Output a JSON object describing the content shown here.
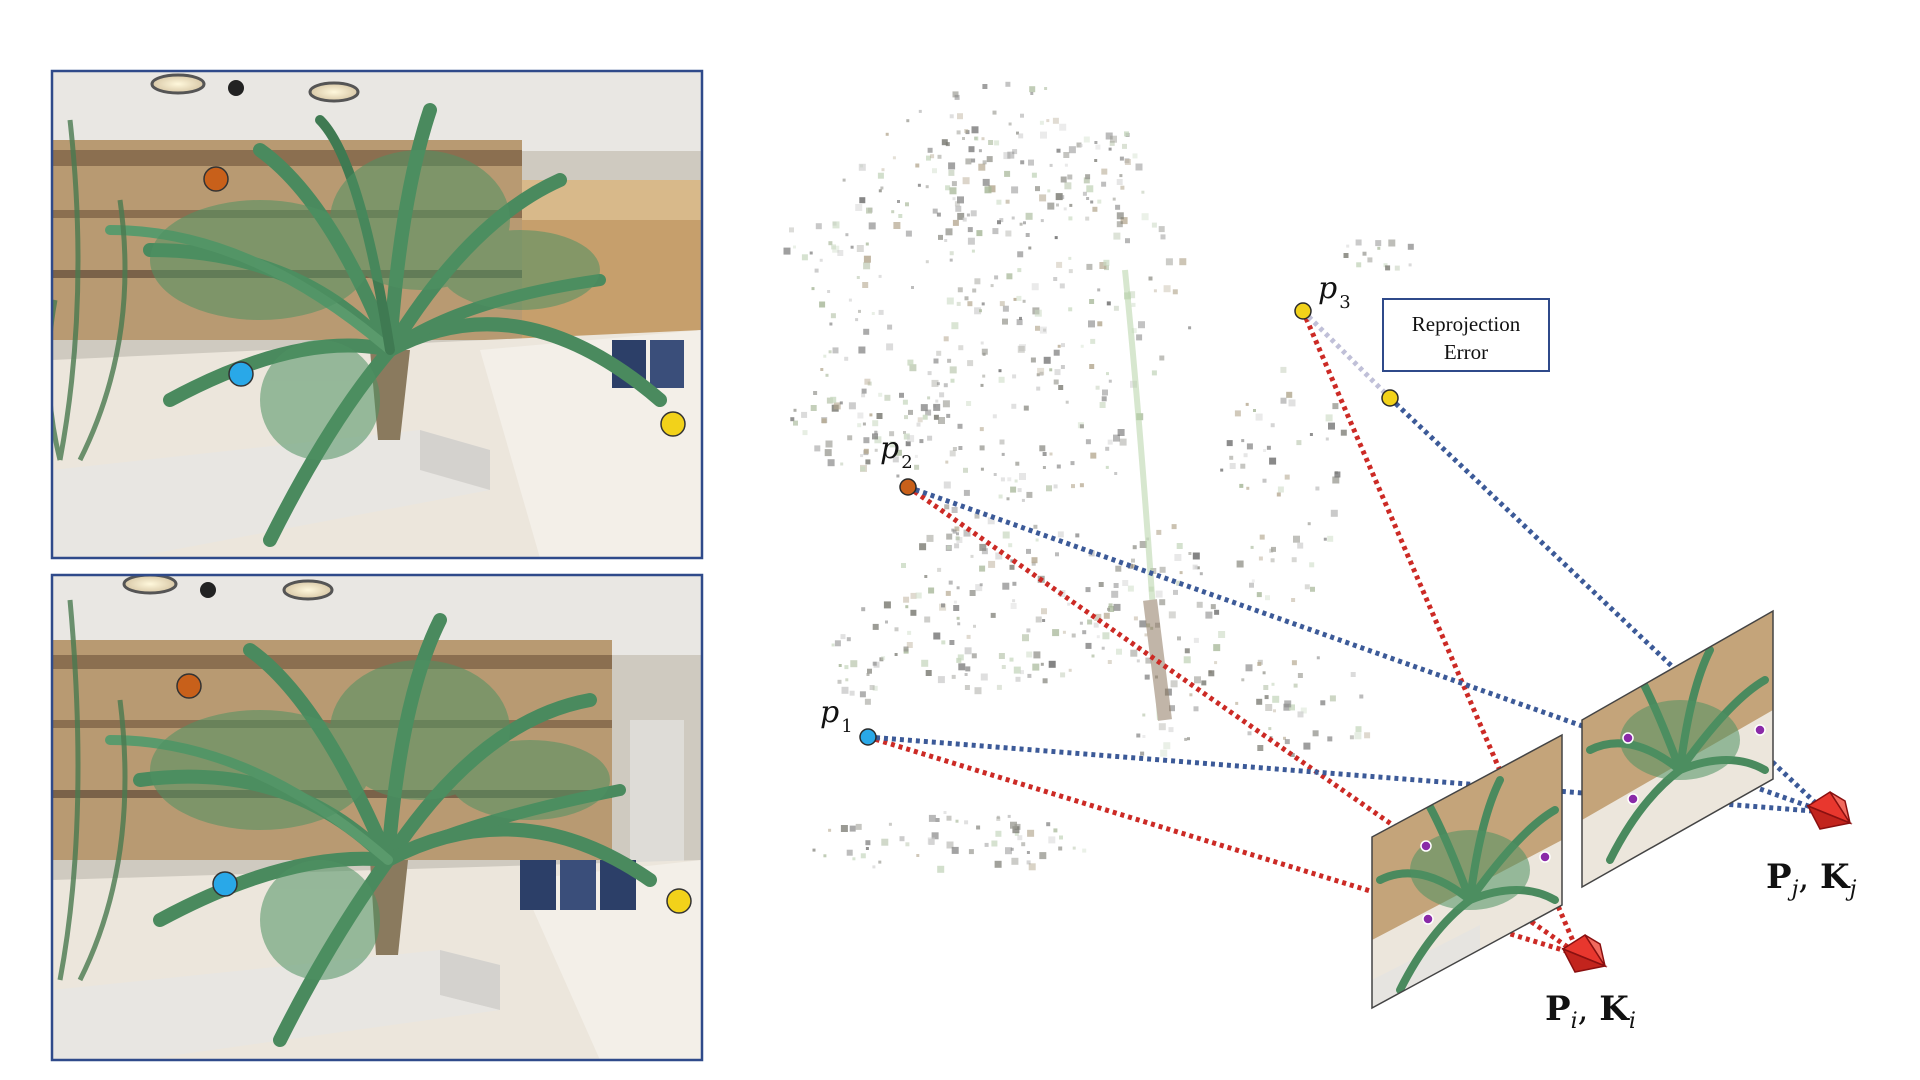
{
  "colors": {
    "panel_border": "#2f4a8a",
    "point_blue": "#29a8e8",
    "point_orange": "#c8601a",
    "point_yellow": "#f2d21a",
    "ray_red": "#cc2a25",
    "ray_blue": "#3c5a98",
    "error_ray": "#c0c0d8",
    "camera_red": "#e8372e",
    "foliage": "#4a8a5e",
    "wall": "#b99a74",
    "planter": "#e8e6e2",
    "floor": "#ece6dc"
  },
  "points": {
    "p1": {
      "base": "p",
      "sub": "1"
    },
    "p2": {
      "base": "p",
      "sub": "2"
    },
    "p3": {
      "base": "p",
      "sub": "3"
    }
  },
  "reprojection_box": {
    "line1": "Reprojection",
    "line2": "Error"
  },
  "cameras": {
    "cam_i": {
      "P": "P",
      "K": "K",
      "sub": "i",
      "sep": ", "
    },
    "cam_j": {
      "P": "P",
      "K": "K",
      "sub": "j",
      "sep": ", "
    }
  },
  "icons": {
    "camera": "camera-frustum-icon",
    "keypoint": "keypoint-dot-icon"
  }
}
